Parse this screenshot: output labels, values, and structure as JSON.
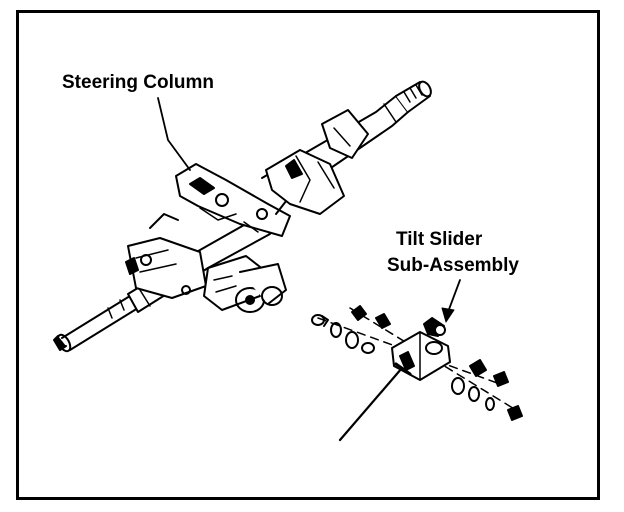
{
  "labels": {
    "steering_column": "Steering Column",
    "tilt_slider_line1": "Tilt Slider",
    "tilt_slider_line2": "Sub-Assembly"
  },
  "colors": {
    "ink": "#000000",
    "paper": "#ffffff"
  }
}
